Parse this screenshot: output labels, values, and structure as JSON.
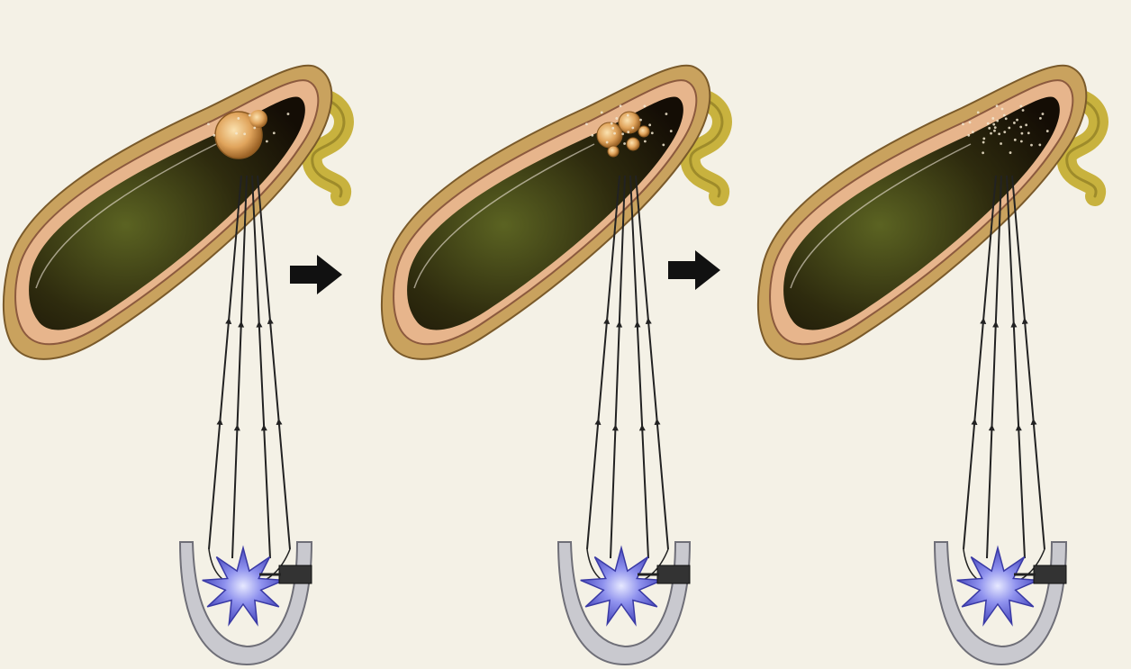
{
  "colors": {
    "background": "#f4f1e6",
    "wall_outer": "#c9a25e",
    "wall_rim": "#e7b58c",
    "wall_inner": "#b88567",
    "lumen_dark": "#1c1207",
    "bile_green": "#58631f",
    "cystic_duct": "#c8b23e",
    "stone": "#e8b26c",
    "waves": "#222222",
    "reflector": "#c9c9cf",
    "spark": "#6c6ee0",
    "electrode": "#333333",
    "arrow": "#111111"
  },
  "stages": [
    {
      "id": "stage-1",
      "stone": "intact"
    },
    {
      "id": "stage-2",
      "stone": "fragmented"
    },
    {
      "id": "stage-3",
      "stone": "dispersed"
    }
  ],
  "arrows": [
    {
      "id": "arrow-1",
      "icon": "right-arrow-icon"
    },
    {
      "id": "arrow-2",
      "icon": "right-arrow-icon"
    }
  ]
}
